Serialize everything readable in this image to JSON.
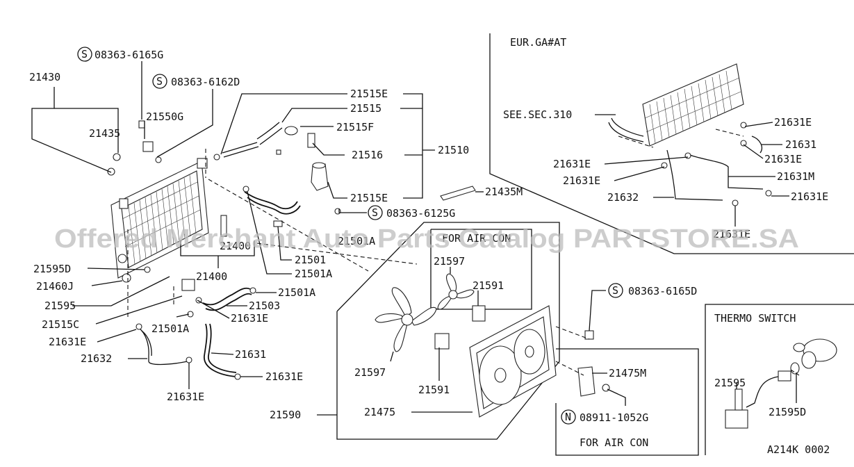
{
  "labels": {
    "p21430": "21430",
    "p08363_6165G": "08363-6165G",
    "p08363_6162D": "08363-6162D",
    "p21435": "21435",
    "p21550G": "21550G",
    "p21515E_top": "21515E",
    "p21515": "21515",
    "p21515F": "21515F",
    "p21516": "21516",
    "p21510": "21510",
    "p21515E_bot": "21515E",
    "p21435M": "21435M",
    "p08363_6125G": "08363-6125G",
    "p21400_in": "21400",
    "p21501A_mid": "21501A",
    "p21501": "21501",
    "p21501A_right": "21501A",
    "p21400": "21400",
    "p21595D_left": "21595D",
    "p21460J": "21460J",
    "p21595_left": "21595",
    "p21501A_low": "21501A",
    "p21503": "21503",
    "p21631E_mid": "21631E",
    "p21515C": "21515C",
    "p21501A_bot": "21501A",
    "p21631E_left": "21631E",
    "p21631_mid": "21631",
    "p21632_left": "21632",
    "p21631E_hose": "21631E",
    "p21631E_bot": "21631E",
    "p21590": "21590",
    "p21597_top": "21597",
    "p21591_top": "21591",
    "p21597_bot": "21597",
    "p21591_bot": "21591",
    "p21475": "21475",
    "for_air_con_top": "FOR AIR CON",
    "p08363_6165D": "08363-6165D",
    "p21475M": "21475M",
    "p08911_1052G": "08911-1052G",
    "for_air_con_bot": "FOR AIR CON",
    "eur_title": "EUR.GA#AT",
    "see_sec": "SEE.SEC.310",
    "p21631E_r1": "21631E",
    "p21631_r": "21631",
    "p21631E_r2": "21631E",
    "p21631E_r3": "21631E",
    "p21631M": "21631M",
    "p21631E_r4": "21631E",
    "p21632_r": "21632",
    "p21631E_r5": "21631E",
    "p21631E_r6": "21631E",
    "thermo_title": "THERMO SWITCH",
    "p21595_thermo": "21595",
    "p21595D_thermo": "21595D",
    "diagram_code": "A214K 0002",
    "symbol_s": "S",
    "symbol_n": "N"
  },
  "watermark": "Offered Merchant Auto Parts Catalog PARTSTORE.SA"
}
